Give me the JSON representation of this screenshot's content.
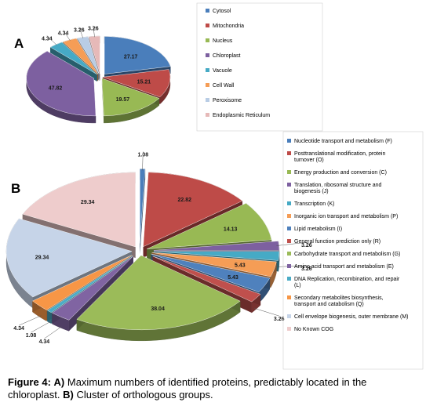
{
  "caption": {
    "label": "Figure 4:",
    "a_marker": "A)",
    "a_text": "Maximum numbers of identified proteins, predictably located in the chloroplast.",
    "b_marker": "B)",
    "b_text": "Cluster of orthologous groups."
  },
  "chart_data": [
    {
      "type": "pie",
      "panel": "A",
      "style": "3d-exploded",
      "legend_position": "right",
      "categories": [
        "Cytosol",
        "Mitochondria",
        "Nucleus",
        "Chloroplast",
        "Vacuole",
        "Cell Wall",
        "Peroxisome",
        "Endoplasmic Reticulum"
      ],
      "values": [
        27.17,
        15.21,
        19.57,
        47.82,
        4.34,
        4.34,
        3.26,
        3.26
      ],
      "colors": [
        "#4a7ebb",
        "#be4b48",
        "#98b954",
        "#7d60a0",
        "#46aac5",
        "#f59d56",
        "#b9cde5",
        "#e6b9b8"
      ]
    },
    {
      "type": "pie",
      "panel": "B",
      "style": "3d-exploded",
      "legend_position": "right",
      "categories": [
        "Nucleotide transport and metabolism (F)",
        "Posttranslational modification, protein turnover (O)",
        "Energy production and conversion (C)",
        "Translation, ribosomal structure and biogenesis (J)",
        "Transcription (K)",
        "Inorganic ion transport and metabolism (P)",
        "Lipid metabolism (I)",
        "General function prediction only (R)",
        "Carbohydrate transport and metabolism (G)",
        "Amino acid transport and metabolism (E)",
        "DNA Replication, recombination, and repair (L)",
        "Secondary metabolites biosynthesis, transport and catabolism (Q)",
        "Cell envelope biogenesis, outer membrane (M)",
        "No Known COG"
      ],
      "values": [
        1.08,
        22.82,
        14.13,
        3.26,
        3.26,
        5.43,
        5.43,
        3.26,
        38.04,
        4.34,
        1.08,
        4.34,
        29.34,
        29.34
      ],
      "colors": [
        "#4a7ebb",
        "#be4b48",
        "#98b954",
        "#7d60a0",
        "#46aac5",
        "#f59d56",
        "#4f81bd",
        "#c0504d",
        "#9bbb59",
        "#8064a2",
        "#4bacc6",
        "#f79646",
        "#c6d4e8",
        "#eecccc"
      ]
    }
  ]
}
